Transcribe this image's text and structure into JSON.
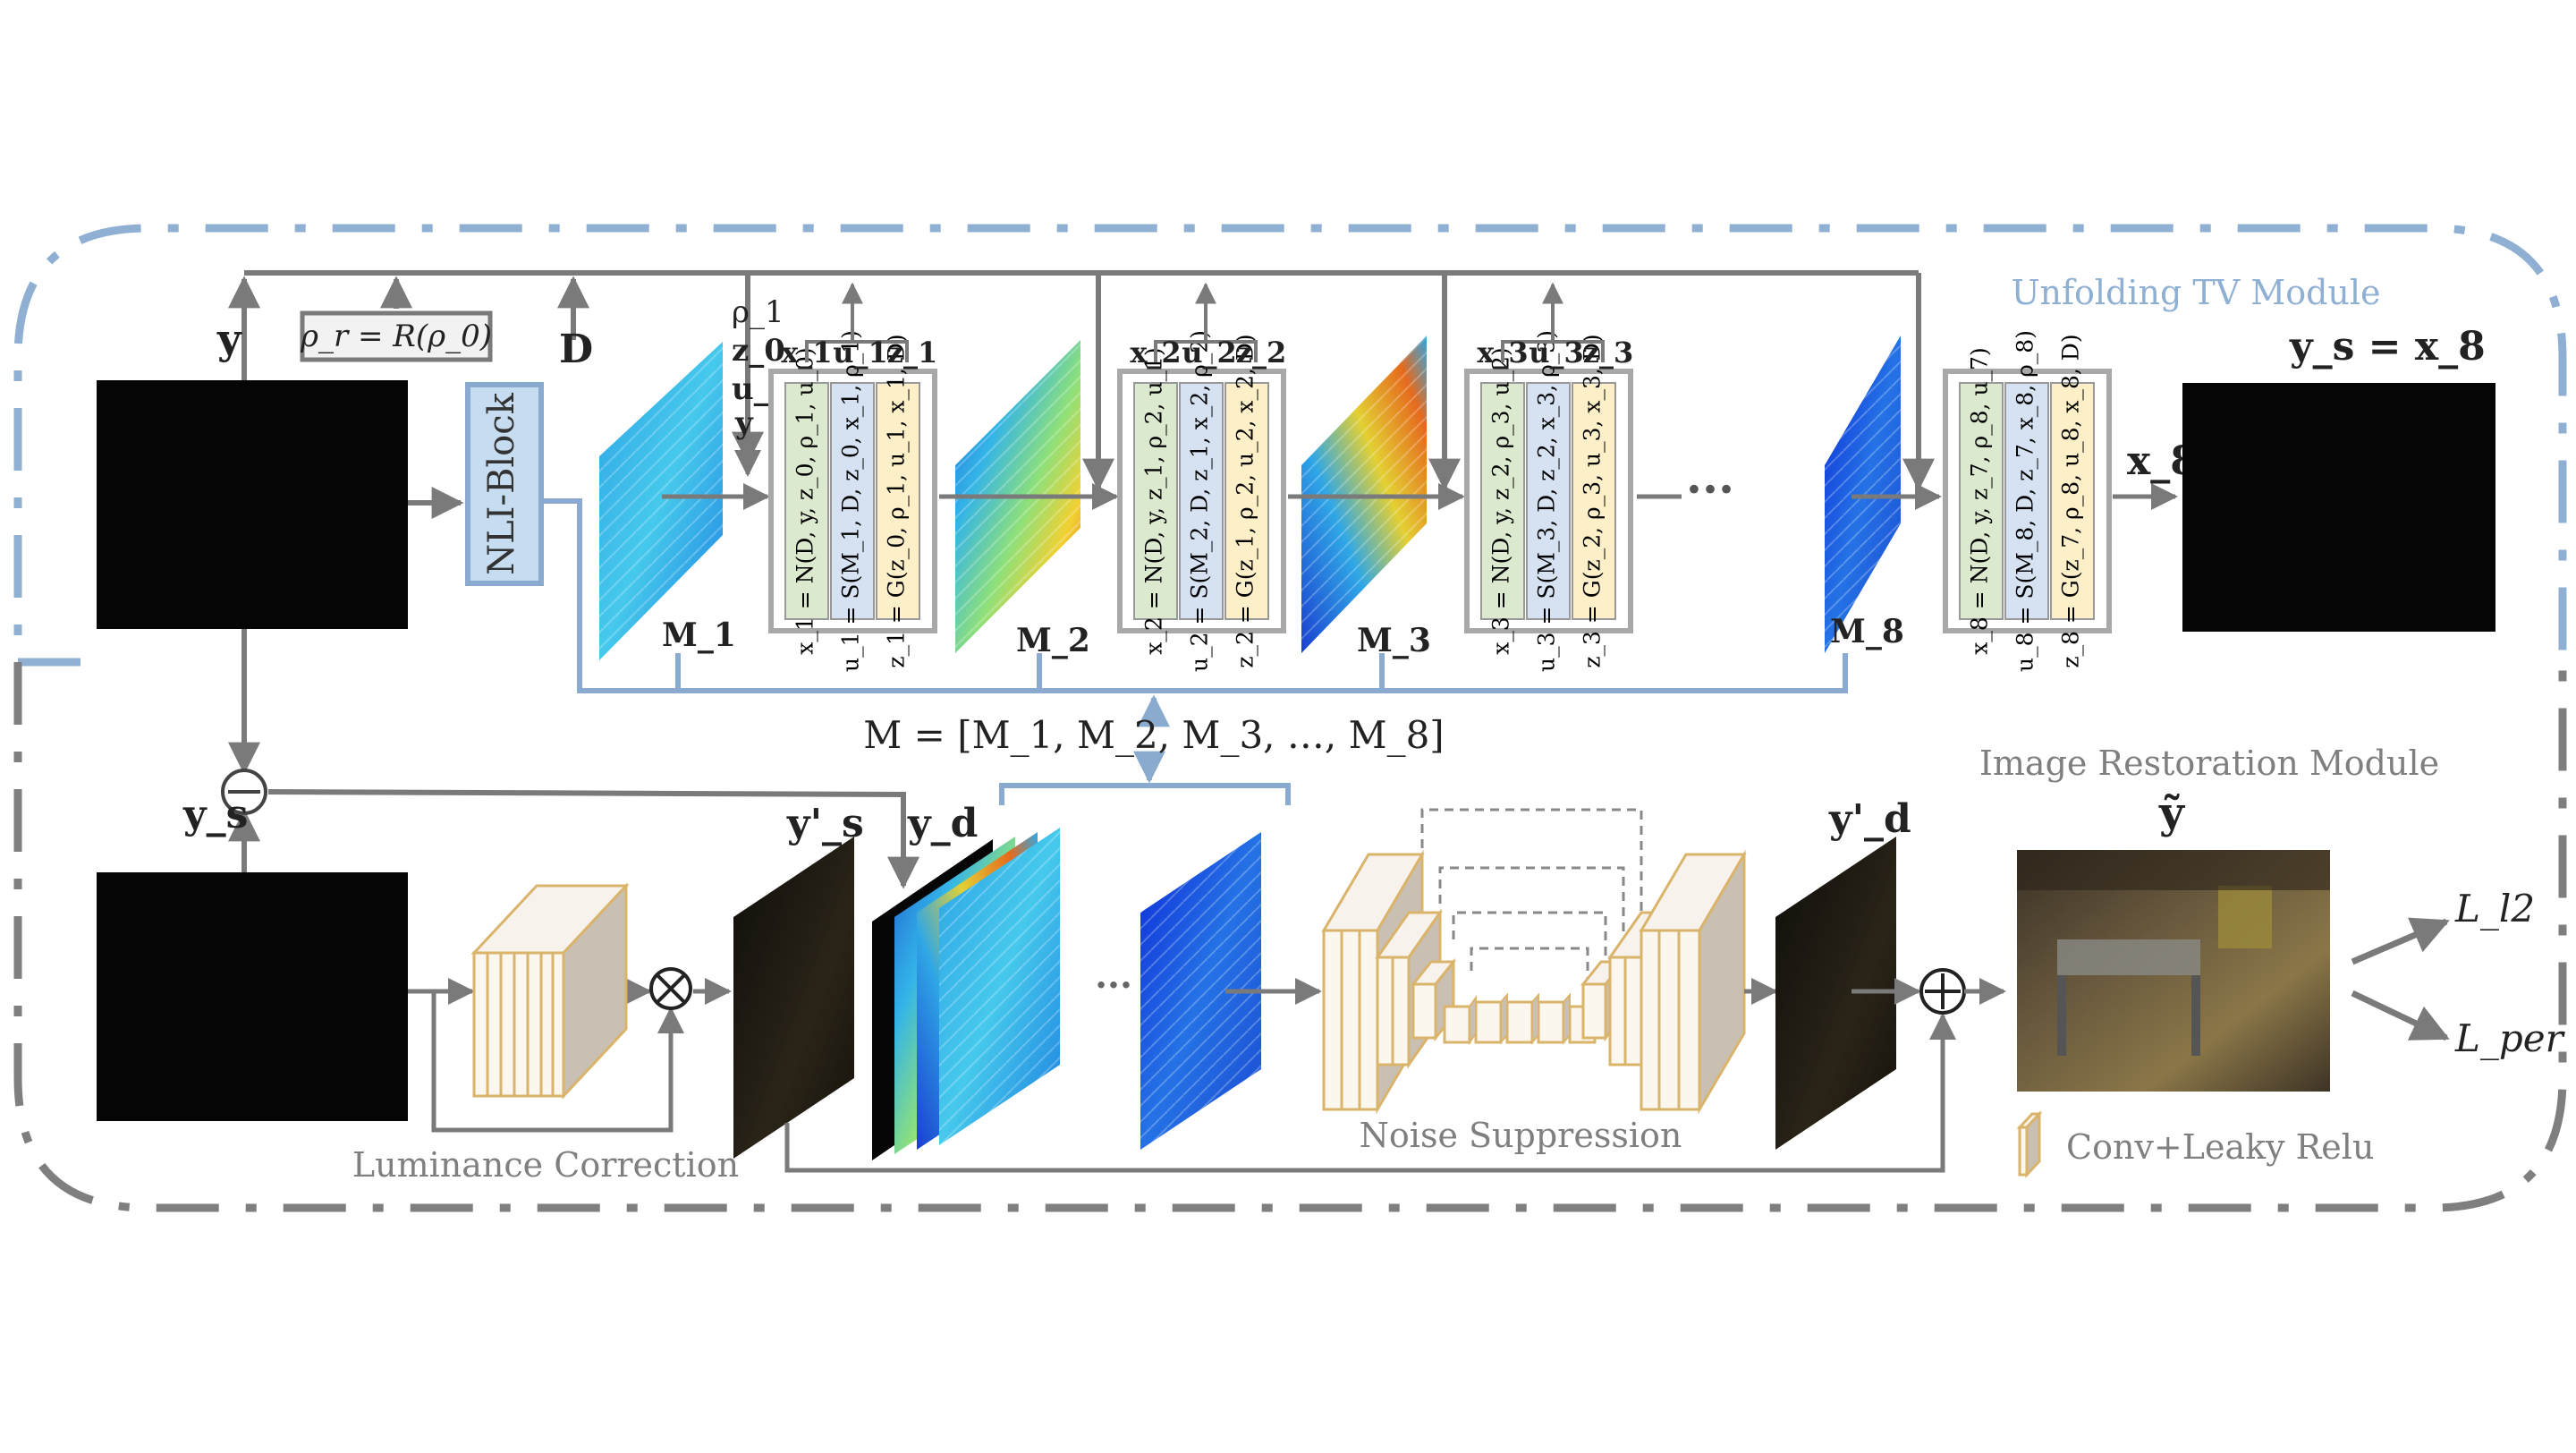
{
  "modules": {
    "unfolding": "Unfolding  TV  Module",
    "restoration": "Image Restoration Module",
    "luminance": "Luminance  Correction",
    "noise": "Noise Suppression"
  },
  "legend": {
    "conv": "Conv+Leaky Relu"
  },
  "labels": {
    "y": "y",
    "rho_r": "ρ_r = R(ρ_0)",
    "D": "D",
    "inputs": [
      "ρ_1",
      "z_0",
      "u_0",
      "y"
    ],
    "nli_block": "NLI-Block",
    "ys_eq_x8": "y_s = x_8",
    "x8": "x_8",
    "ys": "y_s",
    "ys_prime": "y'_s",
    "yd": "y_d",
    "yd_prime": "y'_d",
    "ytilde": "ỹ",
    "loss_l2": "L_l2",
    "loss_per": "L_per",
    "M_eq": "M = [M_1, M_2, M_3, …, M_8]",
    "ellipsis": "···",
    "masks": [
      "M_1",
      "M_2",
      "M_3",
      "M_8"
    ]
  },
  "stages": [
    {
      "outs": [
        "x_1",
        "u_1",
        "z_1"
      ],
      "eqs": [
        "x_1 = N(D, y, z_0, ρ_1, u_0)",
        "u_1 = S(M_1, D, z_0, x_1, ρ_1)",
        "z_1 = G(z_0, ρ_1, u_1, x_1, D)"
      ]
    },
    {
      "outs": [
        "x_2",
        "u_2",
        "z_2"
      ],
      "eqs": [
        "x_2 = N(D, y, z_1, ρ_2, u_1)",
        "u_2 = S(M_2, D, z_1, x_2, ρ_2)",
        "z_2 = G(z_1, ρ_2, u_2, x_2, D)"
      ]
    },
    {
      "outs": [
        "x_3",
        "u_3",
        "z_3"
      ],
      "eqs": [
        "x_3 = N(D, y, z_2, ρ_3, u_2)",
        "u_3 = S(M_3, D, z_2, x_3, ρ_3)",
        "z_3 = G(z_2, ρ_3, u_3, x_3, D)"
      ]
    },
    {
      "outs": [],
      "eqs": [
        "x_8 = N(D, y, z_7, ρ_8, u_7)",
        "u_8 = S(M_8, D, z_7, x_8, ρ_8)",
        "z_8 = G(z_7, ρ_8, u_8, x_8, D)"
      ]
    }
  ],
  "colors": {
    "blue_frame": "#8fb0d2",
    "gray_frame": "#7f7f7f",
    "line": "#7a7a7a",
    "blue_line": "#8aabcf",
    "nli_fill": "#c6dcf0",
    "eq_green": "#dbe9cf",
    "eq_blue": "#d6e2f2",
    "eq_yellow": "#fdf0c8",
    "conv_fill": "#c9bfb2",
    "conv_edge": "#d9b46a"
  }
}
